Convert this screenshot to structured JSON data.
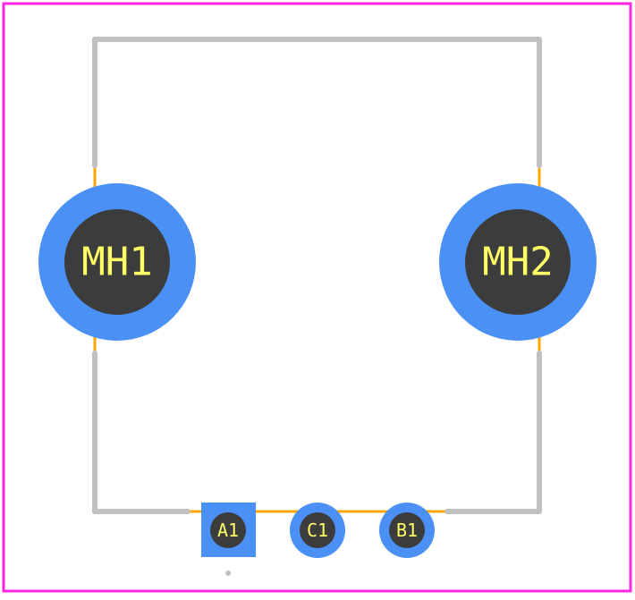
{
  "colors": {
    "board_outline": "#ff26e2",
    "silkscreen": "#c0c0c0",
    "courtyard": "#ffa500",
    "copper": "#4a90f5",
    "drill": "#3c3c3c",
    "label": "#ffff66"
  },
  "pads": {
    "mh1": "MH1",
    "mh2": "MH2",
    "a1": "A1",
    "c1": "C1",
    "b1": "B1"
  }
}
